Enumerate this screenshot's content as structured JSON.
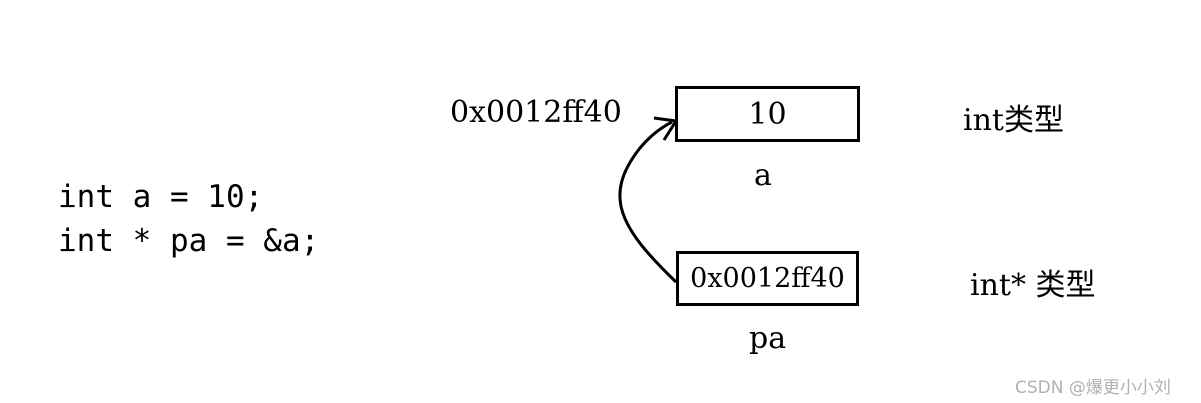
{
  "code": {
    "line1": "int a = 10;",
    "line2": "int * pa = &a;"
  },
  "memory": {
    "a": {
      "address": "0x0012ff40",
      "value": "10",
      "name": "a",
      "type": "int类型"
    },
    "pa": {
      "value": "0x0012ff40",
      "name": "pa",
      "type": "int* 类型"
    }
  },
  "watermark": "CSDN @爆更小小刘"
}
